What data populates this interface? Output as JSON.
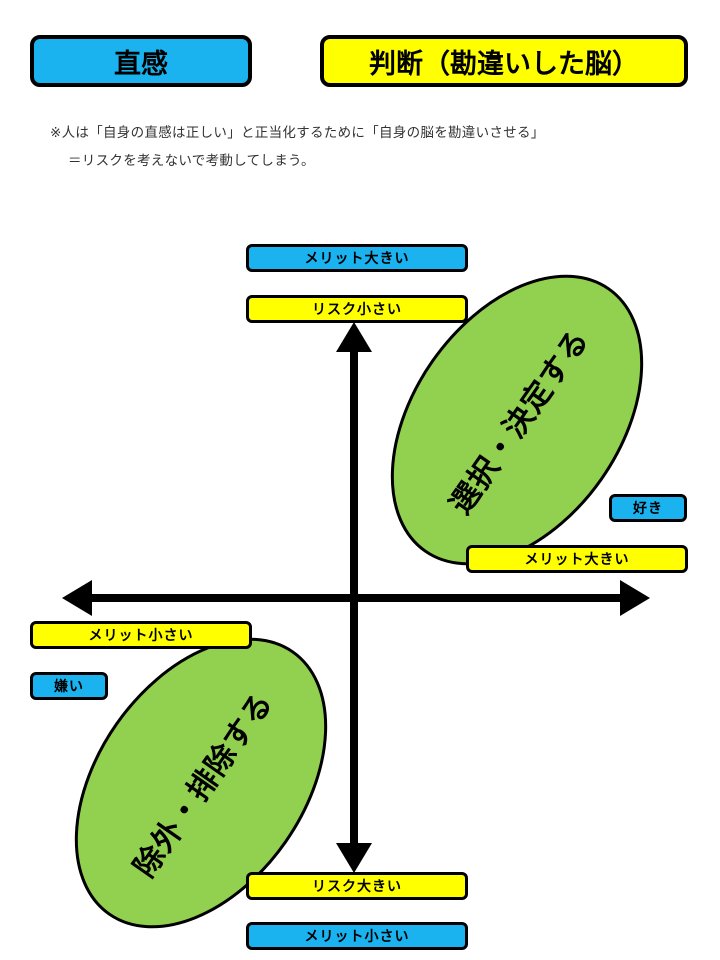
{
  "header": {
    "intuition_label": "直感",
    "judgment_label": "判断（勘違いした脳）"
  },
  "note": {
    "line1": "※人は「自身の直感は正しい」と正当化するために「自身の脳を勘違いさせる」",
    "line2": "＝リスクを考えないで考動してしまう。"
  },
  "axes": {
    "top_blue": "メリット大きい",
    "top_yellow": "リスク小さい",
    "bottom_yellow": "リスク大きい",
    "bottom_blue": "メリット小さい",
    "right_blue": "好き",
    "right_yellow": "メリット大きい",
    "left_yellow": "メリット小さい",
    "left_blue": "嫌い"
  },
  "regions": {
    "upper_right": "選択・決定する",
    "lower_left": "除外・排除する"
  },
  "colors": {
    "blue": "#1ab2ef",
    "yellow": "#ffff00",
    "ellipse_green": "#92d050",
    "line": "#000000"
  }
}
